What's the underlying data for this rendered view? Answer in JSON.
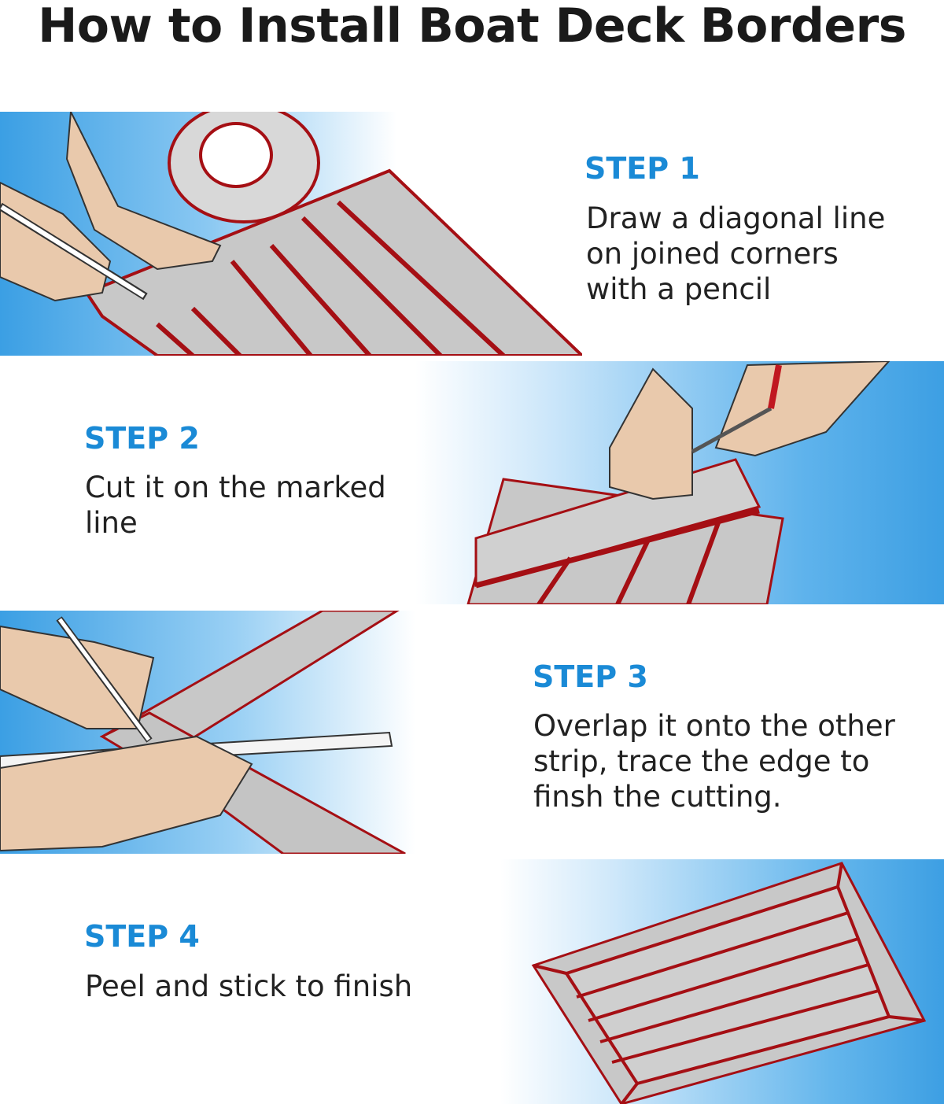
{
  "title": "How to Install Boat Deck Borders",
  "colors": {
    "accent": "#1a8ad6",
    "strip": "#c8c8c8",
    "stripe": "#a50f14",
    "sky": "#3b9fe4"
  },
  "steps": [
    {
      "label": "STEP 1",
      "lines": [
        "Draw a diagonal line",
        "on joined corners",
        "with a pencil"
      ]
    },
    {
      "label": "STEP 2",
      "lines": [
        "Cut it on the marked",
        "line"
      ]
    },
    {
      "label": "STEP 3",
      "lines": [
        "Overlap it onto the other",
        "strip, trace the edge to",
        "finsh the cutting."
      ]
    },
    {
      "label": "STEP 4",
      "lines": [
        "Peel and stick to finish"
      ]
    }
  ]
}
